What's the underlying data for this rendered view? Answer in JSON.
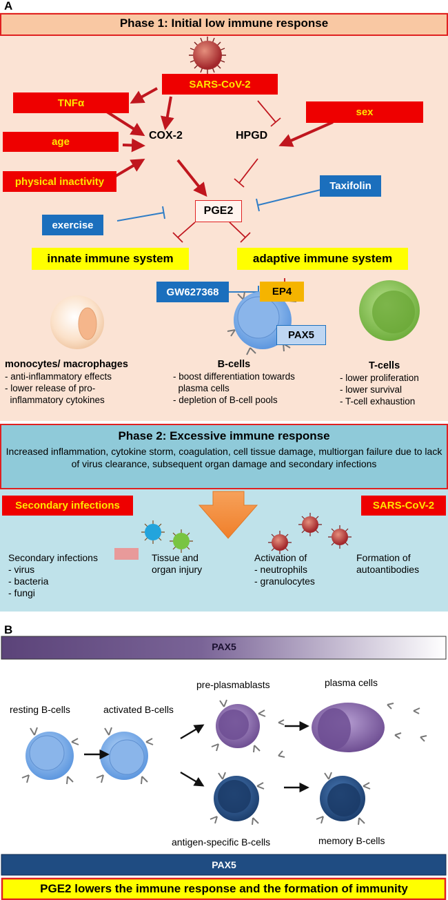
{
  "panel_a_label": "A",
  "panel_b_label": "B",
  "phase1": {
    "title": "Phase 1: Initial low immune response",
    "factors": {
      "sars": "SARS-CoV-2",
      "tnf": "TNFα",
      "age": "age",
      "inactivity": "physical inactivity",
      "sex": "sex"
    },
    "nodes": {
      "cox2": "COX-2",
      "hpgd": "HPGD",
      "pge2": "PGE2"
    },
    "inhibitors": {
      "taxifolin": "Taxifolin",
      "exercise": "exercise",
      "gw": "GW627368"
    },
    "systems": {
      "innate": "innate immune system",
      "adaptive": "adaptive immune system"
    },
    "receptors": {
      "ep4": "EP4",
      "pax5": "PAX5"
    },
    "monocytes": {
      "title": "monocytes/ macrophages",
      "lines": [
        "- anti-inflammatory effects",
        "- lower release of pro-",
        "  inflammatory cytokines"
      ]
    },
    "bcells": {
      "title": "B-cells",
      "lines": [
        "- boost differentiation towards",
        "  plasma cells",
        "- depletion of B-cell pools"
      ]
    },
    "tcells": {
      "title": "T-cells",
      "lines": [
        "- lower proliferation",
        "- lower survival",
        "- T-cell exhaustion"
      ]
    }
  },
  "phase2": {
    "title": "Phase 2: Excessive immune response",
    "text": "Increased inflammation, cytokine storm, coagulation, cell tissue damage, multiorgan failure due to lack of virus clearance, subsequent organ damage and secondary infections",
    "secondary_label": "Secondary infections",
    "sars_label": "SARS-CoV-2",
    "col1": [
      "Secondary infections",
      "- virus",
      "- bacteria",
      "- fungi"
    ],
    "col2": [
      "Tissue and",
      "organ injury"
    ],
    "col3": [
      "Activation of",
      "- neutrophils",
      "- granulocytes"
    ],
    "col4": [
      "Formation of",
      "autoantibodies"
    ]
  },
  "panel_b": {
    "pax5_top": "PAX5",
    "pax5_bottom": "PAX5",
    "resting": "resting B-cells",
    "activated": "activated B-cells",
    "preplasma": "pre-plasmablasts",
    "plasma": "plasma cells",
    "antigen": "antigen-specific B-cells",
    "memory": "memory B-cells"
  },
  "conclusion": "PGE2 lowers the immune response and the formation of immunity",
  "colors": {
    "phase1_bg": "#fbe3d4",
    "phase1_header": "#f9c8a3",
    "phase2_header": "#8fcad9",
    "phase2_bg": "#bfe2ea",
    "red": "#ee0000",
    "yellow_text": "#ffe600",
    "blue": "#1b6fbd",
    "arrow_red": "#c0161e",
    "pax5_purple": "#5b4379",
    "pax5_blue": "#1f4c82"
  }
}
